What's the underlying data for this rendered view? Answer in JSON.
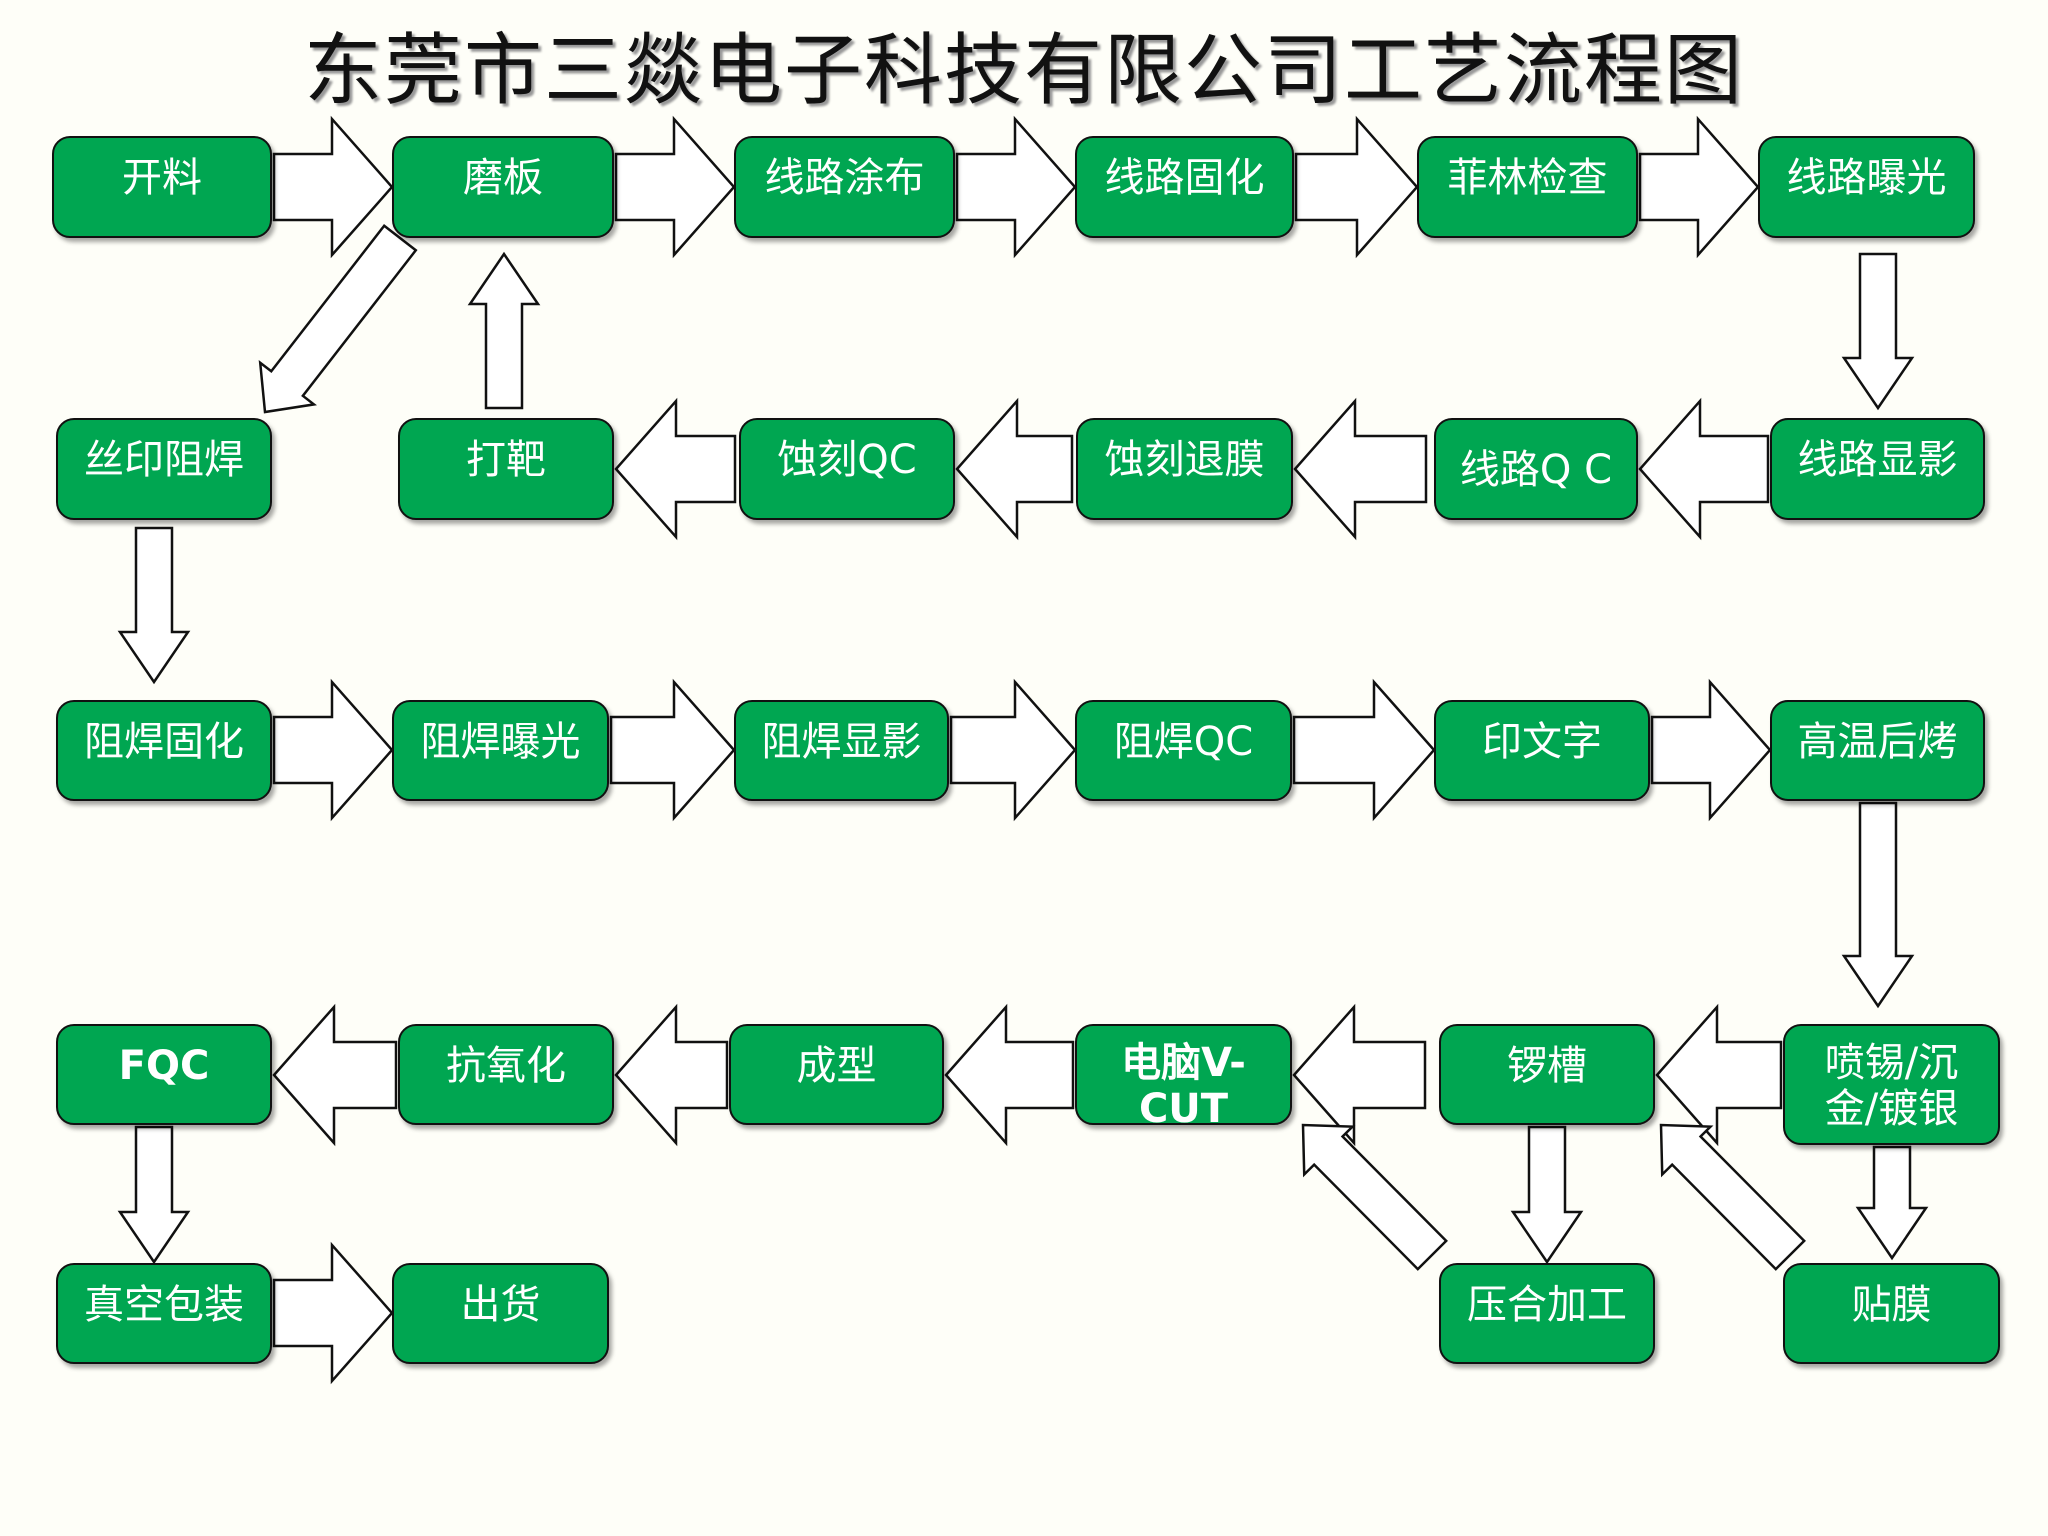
{
  "title": "东莞市三燚电子科技有限公司工艺流程图",
  "steps": {
    "kailiao": "开料",
    "moban": "磨板",
    "xianlu_tubu": "线路涂布",
    "xianlu_guhua": "线路固化",
    "feilin_jiancha": "菲林检查",
    "xianlu_baoguang": "线路曝光",
    "siyin_zuhan": "丝印阻焊",
    "daba": "打靶",
    "shike_qc": "蚀刻QC",
    "shike_tuimo": "蚀刻退膜",
    "xianlu_qc": "线路Q C",
    "xianlu_xianying": "线路显影",
    "zuhan_guhua": "阻焊固化",
    "zuhan_baoguang": "阻焊曝光",
    "zuhan_xianying": "阻焊显影",
    "zuhan_qc": "阻焊QC",
    "yin_wenzi": "印文字",
    "gaowen_houkao": "高温后烤",
    "fqc": "FQC",
    "kang_yanghua": "抗氧化",
    "chengxing": "成型",
    "vcut": "电脑V-CUT",
    "luocao": "锣槽",
    "penxi": "喷锡/沉金/镀银",
    "zhenkong_baozhuang": "真空包装",
    "chuhuo": "出货",
    "yahe_jiagong": "压合加工",
    "tiemo": "贴膜"
  },
  "colors": {
    "box": "#00a651",
    "text": "#ffffff",
    "background": "#fefef8"
  },
  "flow": [
    [
      "开料",
      "磨板"
    ],
    [
      "磨板",
      "线路涂布"
    ],
    [
      "线路涂布",
      "线路固化"
    ],
    [
      "线路固化",
      "菲林检查"
    ],
    [
      "菲林检查",
      "线路曝光"
    ],
    [
      "线路曝光",
      "线路显影"
    ],
    [
      "线路显影",
      "线路Q C"
    ],
    [
      "线路Q C",
      "蚀刻退膜"
    ],
    [
      "蚀刻退膜",
      "蚀刻QC"
    ],
    [
      "蚀刻QC",
      "打靶"
    ],
    [
      "打靶",
      "磨板"
    ],
    [
      "磨板",
      "丝印阻焊"
    ],
    [
      "丝印阻焊",
      "阻焊固化"
    ],
    [
      "阻焊固化",
      "阻焊曝光"
    ],
    [
      "阻焊曝光",
      "阻焊显影"
    ],
    [
      "阻焊显影",
      "阻焊QC"
    ],
    [
      "阻焊QC",
      "印文字"
    ],
    [
      "印文字",
      "高温后烤"
    ],
    [
      "高温后烤",
      "喷锡/沉金/镀银"
    ],
    [
      "喷锡/沉金/镀银",
      "锣槽"
    ],
    [
      "喷锡/沉金/镀银",
      "贴膜"
    ],
    [
      "贴膜",
      "锣槽"
    ],
    [
      "锣槽",
      "压合加工"
    ],
    [
      "压合加工",
      "电脑V-CUT"
    ],
    [
      "锣槽",
      "电脑V-CUT"
    ],
    [
      "电脑V-CUT",
      "成型"
    ],
    [
      "成型",
      "抗氧化"
    ],
    [
      "抗氧化",
      "FQC"
    ],
    [
      "FQC",
      "真空包装"
    ],
    [
      "真空包装",
      "出货"
    ]
  ]
}
